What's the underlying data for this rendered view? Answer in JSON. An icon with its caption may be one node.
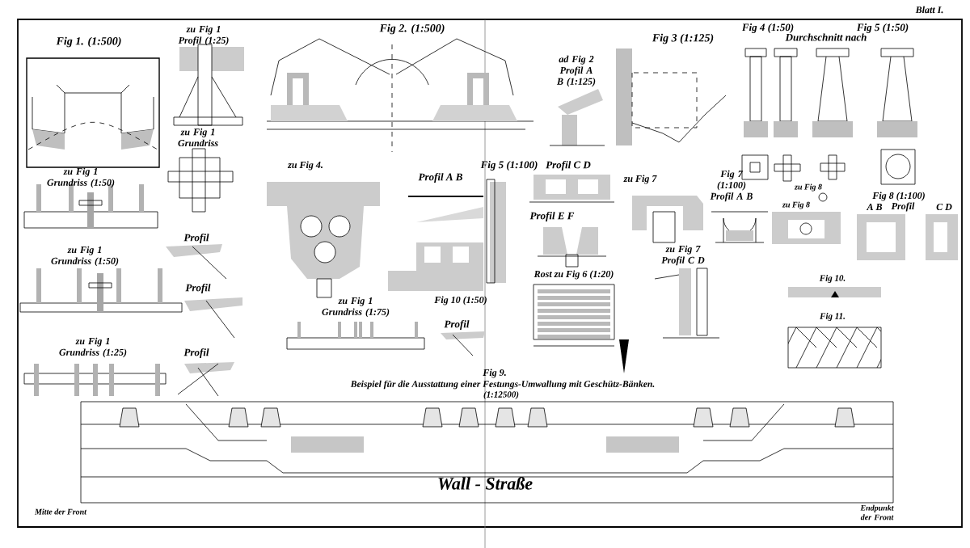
{
  "diagram": {
    "labels": [
      "Blatt I.",
      "Fig 1. (1:500)",
      "zu Fig 1 Profil (1:25)",
      "Fig 2. (1:500)",
      "ad Fig 2 Profil A B (1:125)",
      "Fig 3 (1:125)",
      "Fig 4 (1:50)",
      "Durchschnitt nach",
      "Fig 5 (1:50)",
      "zu Fig 1 Grundriss",
      "zu Fig 1 Grundriss (1:50)",
      "zu Fig 4.",
      "Profil A B",
      "Fig 5 (1:100)",
      "Profil C D",
      "zu Fig 7",
      "Fig 7 (1:100) Profil A B",
      "zu Fig 8",
      "zu Fig 8",
      "Fig 8 (1:100)",
      "A B",
      "Profil",
      "C D",
      "Profil",
      "zu Fig 1 Grundriss (1:50)",
      "Profil",
      "zu Fig 1 Grundriss (1:75)",
      "Fig 10 (1:50)",
      "Profil E F",
      "zu Fig 7 Profil C D",
      "Rost zu Fig 6 (1:20)",
      "zu Fig 1 Grundriss (1:25)",
      "Profil",
      "Profil",
      "Fig 10.",
      "Fig 11.",
      "Fig 9.",
      "Beispiel für die Ausstattung einer Festungs-Umwallung mit Geschütz-Bänken.",
      "(1:12500)",
      "Wall - Straße",
      "Mitte der Front",
      "Endpunkt der Front"
    ]
  }
}
